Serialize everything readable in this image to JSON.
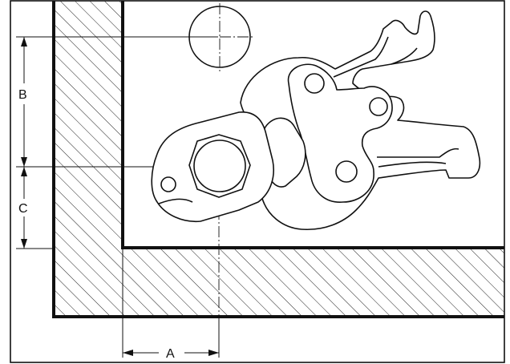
{
  "diagram": {
    "dimension_labels": {
      "a": "A",
      "b": "B",
      "c": "C"
    },
    "colors": {
      "line": "#111111",
      "background": "#ffffff"
    }
  }
}
